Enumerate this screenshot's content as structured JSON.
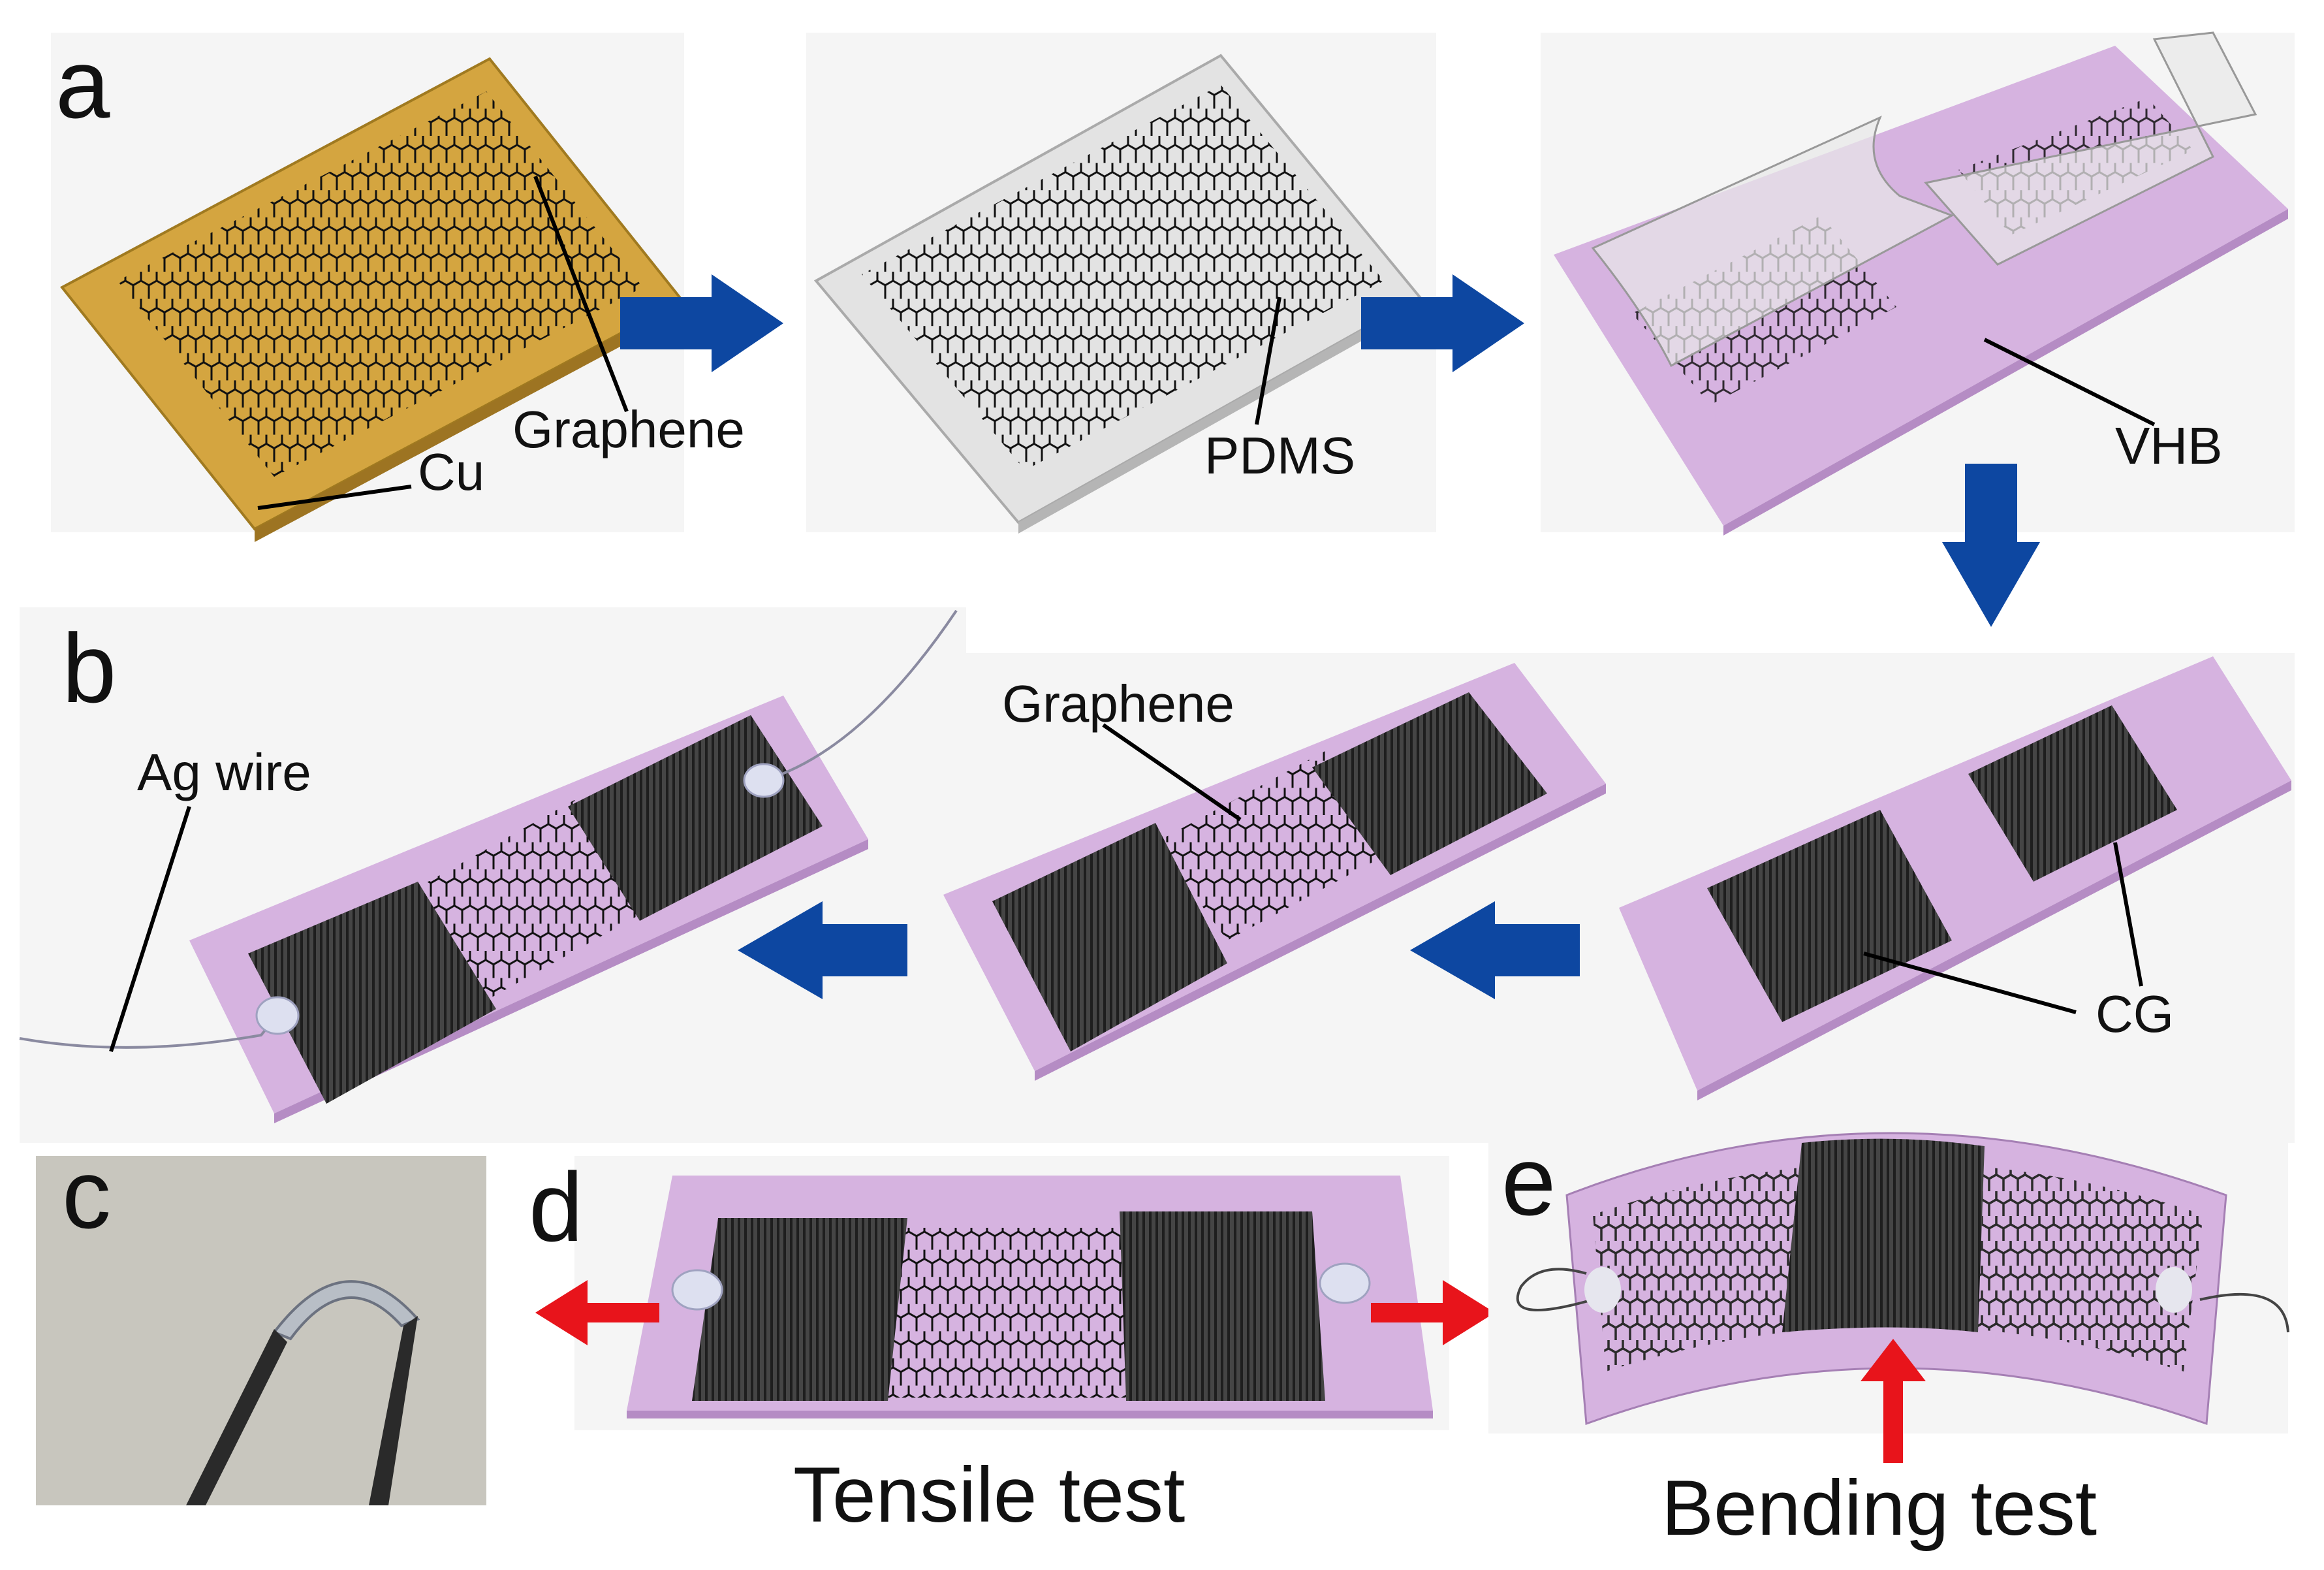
{
  "panels": {
    "a": {
      "letter": "a",
      "labels": {
        "graphene": "Graphene",
        "cu": "Cu",
        "pdms": "PDMS",
        "vhb": "VHB"
      }
    },
    "b": {
      "letter": "b",
      "labels": {
        "ag_wire": "Ag wire",
        "graphene": "Graphene",
        "cg": "CG"
      }
    },
    "c": {
      "letter": "c"
    },
    "d": {
      "letter": "d",
      "caption": "Tensile test"
    },
    "e": {
      "letter": "e",
      "caption": "Bending test"
    }
  },
  "colors": {
    "copper": "#d4a540",
    "pdms": "#e3e3e3",
    "vhb": "#d6b3e0",
    "cg": "#3a3a3a",
    "flow_arrow": "#0d47a1",
    "force_arrow": "#e8141b",
    "panel_bg": "#f5f5f5"
  }
}
